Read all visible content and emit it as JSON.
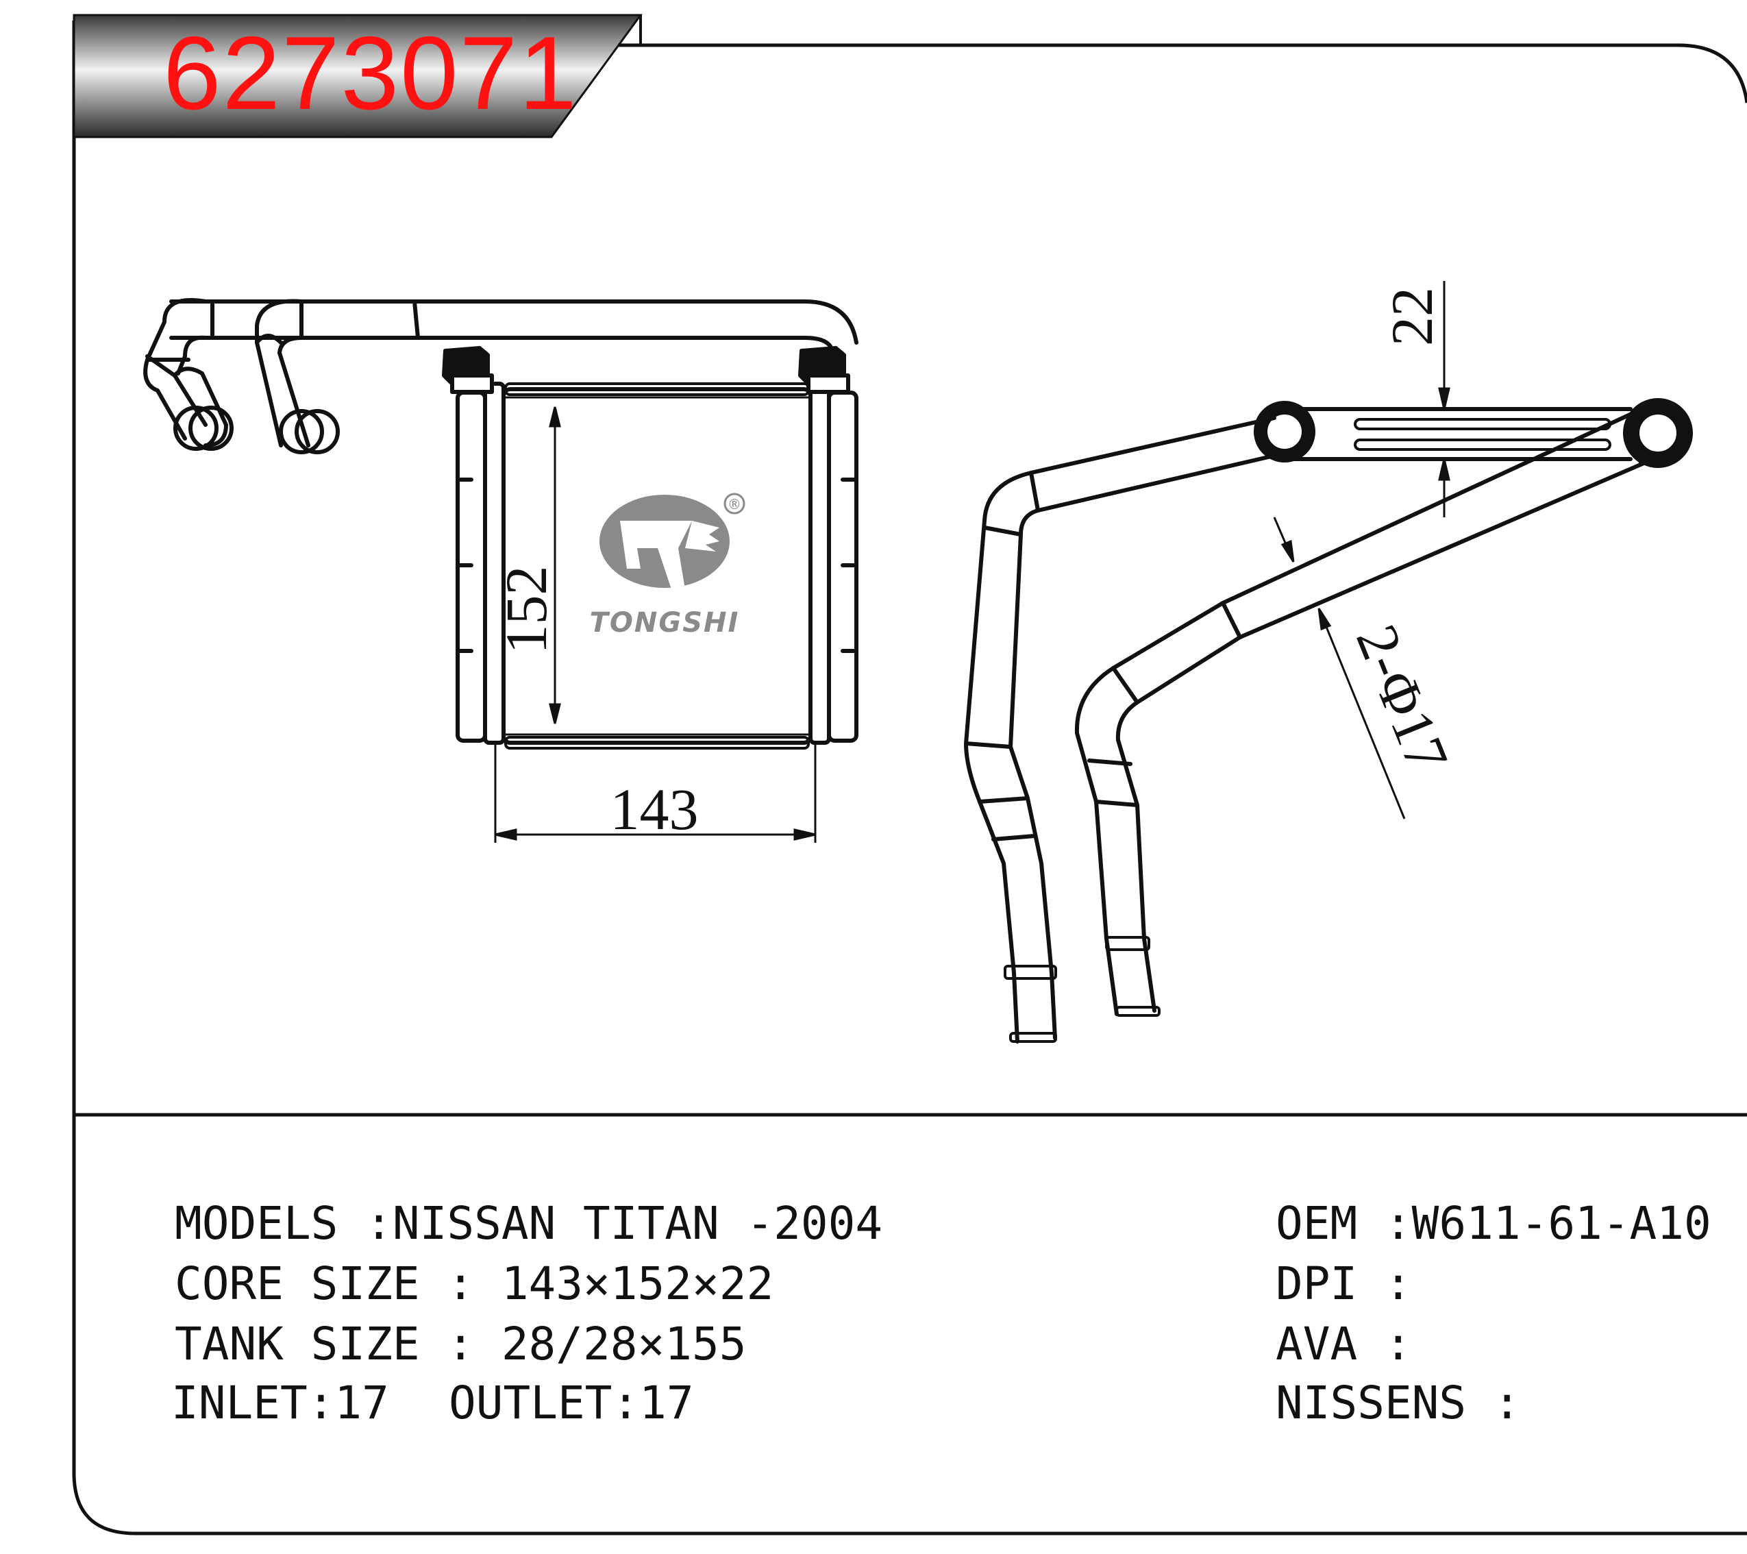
{
  "part_number": "6273071",
  "brand": {
    "name": "TONGSHI",
    "registered_mark": "®"
  },
  "dimensions": {
    "width": "143",
    "height": "152",
    "thickness": "22",
    "pipe": "2-Φ17"
  },
  "specs": {
    "models": "MODELS :NISSAN TITAN -2004",
    "core_size": "CORE SIZE : 143×152×22",
    "tank_size": "TANK SIZE : 28/28×155",
    "inlet": "INLET:17",
    "outlet": "OUTLET:17",
    "oem": "OEM :W611-61-A10",
    "dpi": "DPI :",
    "ava": "AVA :",
    "nissens": "NISSENS :"
  },
  "colors": {
    "part_number": "#ff1111",
    "line": "#111111",
    "logo": "#8a8a8a"
  }
}
